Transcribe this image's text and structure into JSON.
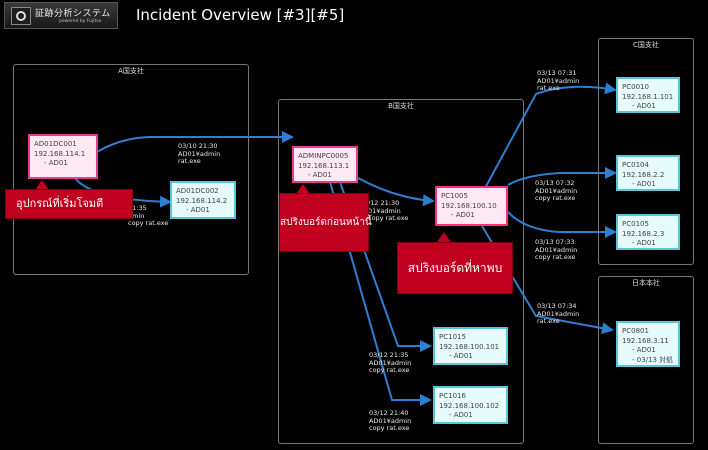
{
  "app": {
    "logo_name": "証跡分析システム",
    "logo_sub": "powered by Fujitsu",
    "title": "Incident Overview [#3][#5]"
  },
  "zones": {
    "a": "A国支社",
    "b": "B国支社",
    "c": "C国支社",
    "japan": "日本本社"
  },
  "nodes": {
    "ad01dc001": {
      "name": "AD01DC001",
      "ip": "192.168.114.1",
      "user": "- AD01"
    },
    "ad01dc002": {
      "name": "AD01DC002",
      "ip": "192.168.114.2",
      "user": "- AD01"
    },
    "adminpc0005": {
      "name": "ADMINPC0005",
      "ip": "192.168.113.1",
      "user": "- AD01"
    },
    "pc1005": {
      "name": "PC1005",
      "ip": "192.168.100.10",
      "user": "- AD01"
    },
    "pc1015": {
      "name": "PC1015",
      "ip": "192.168.100.101",
      "user": "- AD01"
    },
    "pc1016": {
      "name": "PC1016",
      "ip": "192.168.100.102",
      "user": "- AD01"
    },
    "pc0010": {
      "name": "PC0010",
      "ip": "192.168.1.101",
      "user": "- AD01"
    },
    "pc0104": {
      "name": "PC0104",
      "ip": "192.168.2.2",
      "user": "- AD01"
    },
    "pc0105": {
      "name": "PC0105",
      "ip": "192.168.2.3",
      "user": "- AD01"
    },
    "pc0801": {
      "name": "PC0801",
      "ip": "192.168.3.11",
      "user": "- AD01",
      "extra": "- 03/13 対処"
    }
  },
  "edges": {
    "e1": {
      "time": "03/10 21:30",
      "user": "AD01¥admin",
      "cmd": "rat.exe"
    },
    "e2": {
      "time": "21:35",
      "user": "dmin",
      "cmd": "copy rat.exe"
    },
    "e3": {
      "time": "/12 21:30",
      "user": "01¥admin",
      "cmd": "copy rat.exe"
    },
    "e4": {
      "time": "03/13 07:31",
      "user": "AD01¥admin",
      "cmd": "rat.exe"
    },
    "e5": {
      "time": "03/13 07:32",
      "user": "AD01¥admin",
      "cmd": "copy rat.exe"
    },
    "e6": {
      "time": "03/13 07:33",
      "user": "AD01¥admin",
      "cmd": "copy rat.exe"
    },
    "e7": {
      "time": "03/13 07:34",
      "user": "AD01¥admin",
      "cmd": "rat.exe"
    },
    "e8": {
      "time": "03/12 21:35",
      "user": "AD01¥admin",
      "cmd": "copy rat.exe"
    },
    "e9": {
      "time": "03/12 21:40",
      "user": "AD01¥admin",
      "cmd": "copy rat.exe"
    }
  },
  "callouts": {
    "origin": "อุปกรณ์ที่เริ่มโจมตี",
    "previous": "สปริงบอร์ดก่อนหน้านี้",
    "found": "สปริงบอร์ดที่หาพบ"
  },
  "colors": {
    "edge": "#2f7fd0",
    "pink_border": "#e23b8f",
    "cyan_border": "#58c6d6",
    "callout": "#c0001e"
  }
}
